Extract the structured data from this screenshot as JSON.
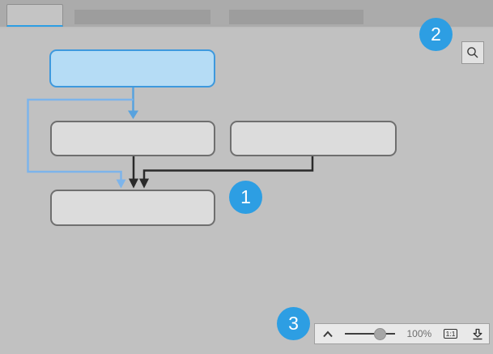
{
  "tab_bar": {
    "tabs": [
      {
        "name": "tab-1",
        "label": "",
        "active": true
      },
      {
        "name": "tab-2",
        "label": "",
        "active": false
      },
      {
        "name": "tab-3",
        "label": "",
        "active": false
      }
    ]
  },
  "diagram": {
    "nodes": [
      {
        "id": "node-top",
        "label": "",
        "state": "selected"
      },
      {
        "id": "node-mid-left",
        "label": "",
        "state": "default"
      },
      {
        "id": "node-mid-right",
        "label": "",
        "state": "default"
      },
      {
        "id": "node-bottom",
        "label": "",
        "state": "default"
      }
    ],
    "callouts": [
      {
        "label": "1"
      },
      {
        "label": "2"
      },
      {
        "label": "3"
      }
    ]
  },
  "controls": {
    "search_icon": "magnifier",
    "zoom_toolbar": {
      "collapse_icon": "chevron-up",
      "slider_position_percent": 66,
      "zoom_level": "100%",
      "actual_size_label": "1:1",
      "download_icon": "download-arrow"
    }
  },
  "colors": {
    "accent_blue": "#2d9ee3",
    "canvas_bg": "#c1c1c1",
    "topbar_bg": "#ababab",
    "node_fill": "#dcdcdc",
    "node_border": "#6f6f6f",
    "selected_node_fill": "#b5dcf5",
    "selected_node_border": "#3e99dd",
    "connector_black": "#2a2a2a",
    "connector_blue_strong": "#58a2de",
    "connector_blue_light": "#7db4ea"
  }
}
